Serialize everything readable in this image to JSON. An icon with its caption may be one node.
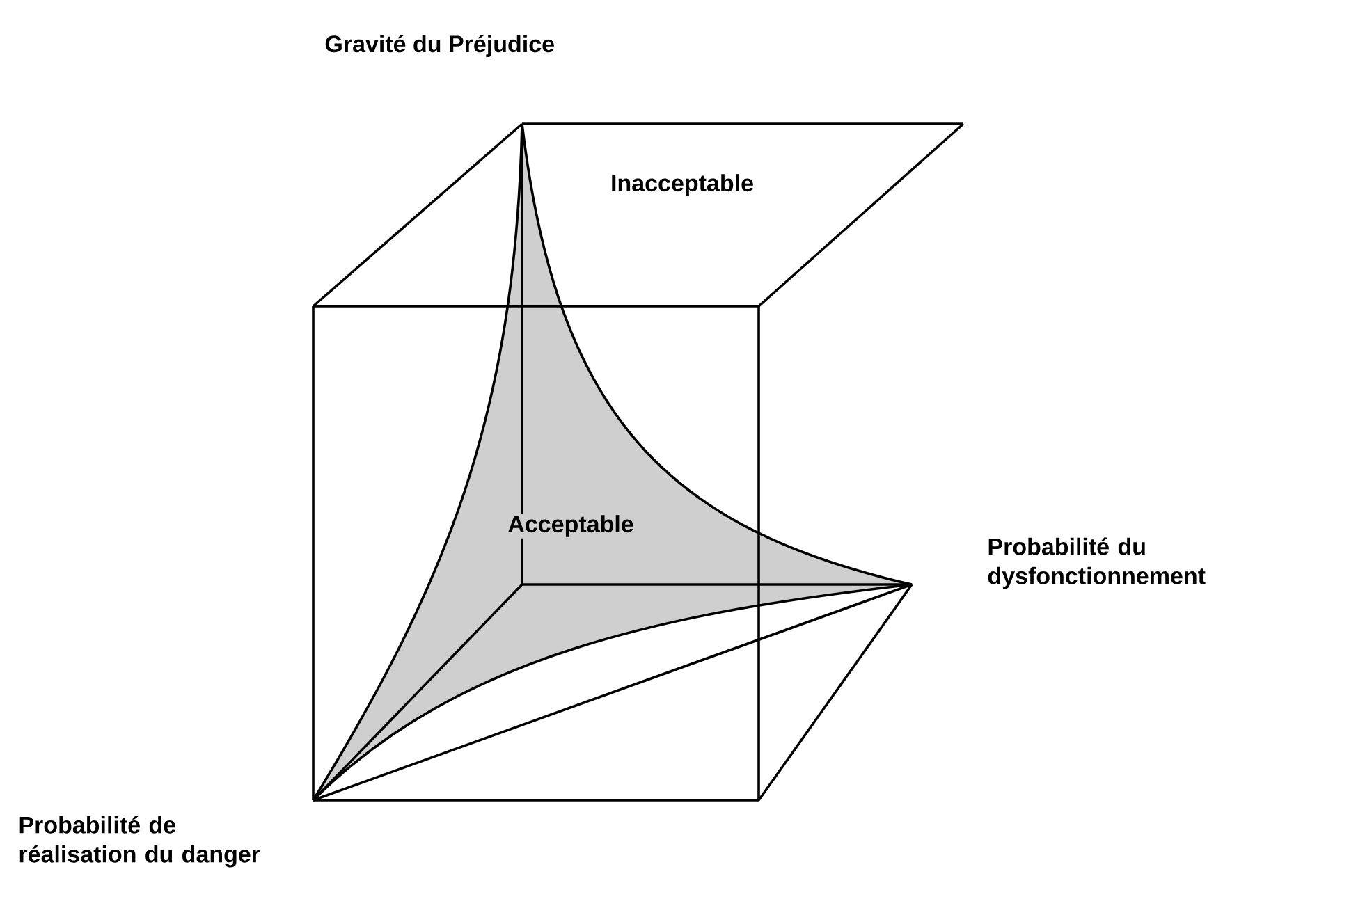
{
  "diagram": {
    "labels": [
      "Gravité du Préjudice",
      "Inacceptable",
      "Acceptable",
      "Probabilité du dysfonctionnement",
      "Probabilité de réalisation du danger"
    ]
  }
}
